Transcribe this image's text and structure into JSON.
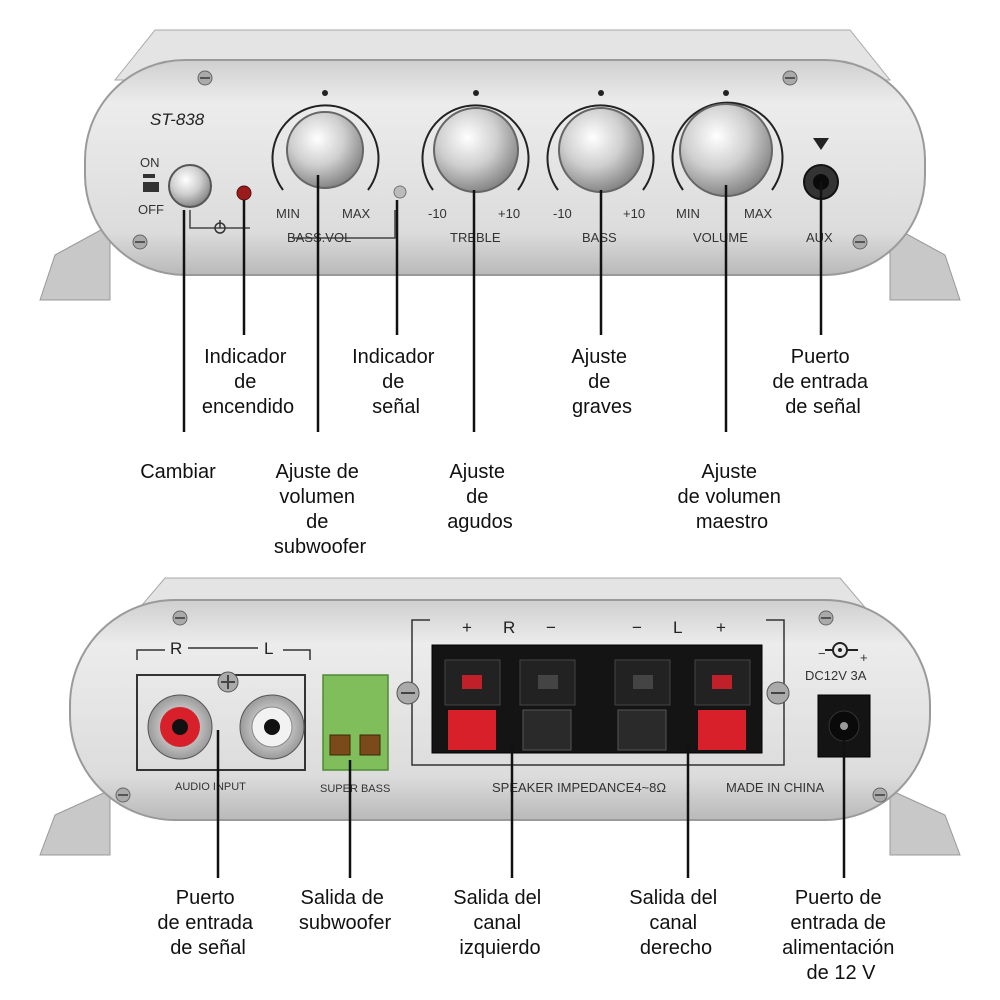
{
  "panel_top": {
    "model": "ST-838",
    "switch_on": "ON",
    "switch_off": "OFF",
    "knobs": [
      {
        "min": "MIN",
        "max": "MAX",
        "name": "BASS.VOL"
      },
      {
        "min": "-10",
        "max": "+10",
        "name": "TREBLE"
      },
      {
        "min": "-10",
        "max": "+10",
        "name": "BASS"
      },
      {
        "min": "MIN",
        "max": "MAX",
        "name": "VOLUME"
      }
    ],
    "aux": "AUX"
  },
  "panel_bottom": {
    "r": "R",
    "l": "L",
    "audio_input": "AUDIO INPUT",
    "super_bass": "SUPER BASS",
    "terminal_signs": [
      "+",
      "R",
      "−",
      "−",
      "L",
      "+"
    ],
    "speaker_impedance": "SPEAKER IMPEDANCE4~8Ω",
    "made_in": "MADE IN CHINA",
    "dc": "DC12V 3A"
  },
  "callouts_top": {
    "power_indicator": [
      "Indicador",
      "de",
      "encendido"
    ],
    "signal_indicator": [
      "Indicador",
      "de",
      "señal"
    ],
    "bass_adjust": [
      "Ajuste",
      "de",
      "graves"
    ],
    "signal_input": [
      "Puerto",
      "de entrada",
      "de señal"
    ],
    "switch": [
      "Cambiar"
    ],
    "sub_volume": [
      "Ajuste de",
      "volumen",
      "de",
      "subwoofer"
    ],
    "treble_adjust": [
      "Ajuste",
      "de",
      "agudos"
    ],
    "master_volume": [
      "Ajuste",
      "de volumen",
      "maestro"
    ]
  },
  "callouts_bottom": {
    "signal_input": [
      "Puerto",
      "de entrada",
      "de señal"
    ],
    "sub_output": [
      "Salida de",
      "subwoofer"
    ],
    "left_channel": [
      "Salida del",
      "canal",
      "izquierdo"
    ],
    "right_channel": [
      "Salida del",
      "canal",
      "derecho"
    ],
    "power_input": [
      "Puerto de",
      "entrada de",
      "alimentación",
      "de 12 V"
    ]
  },
  "colors": {
    "panel": "#d6d6d6",
    "panel_edge": "#9a9a9a",
    "red": "#d8202a",
    "green": "#7fbe5a",
    "black": "#141414"
  }
}
